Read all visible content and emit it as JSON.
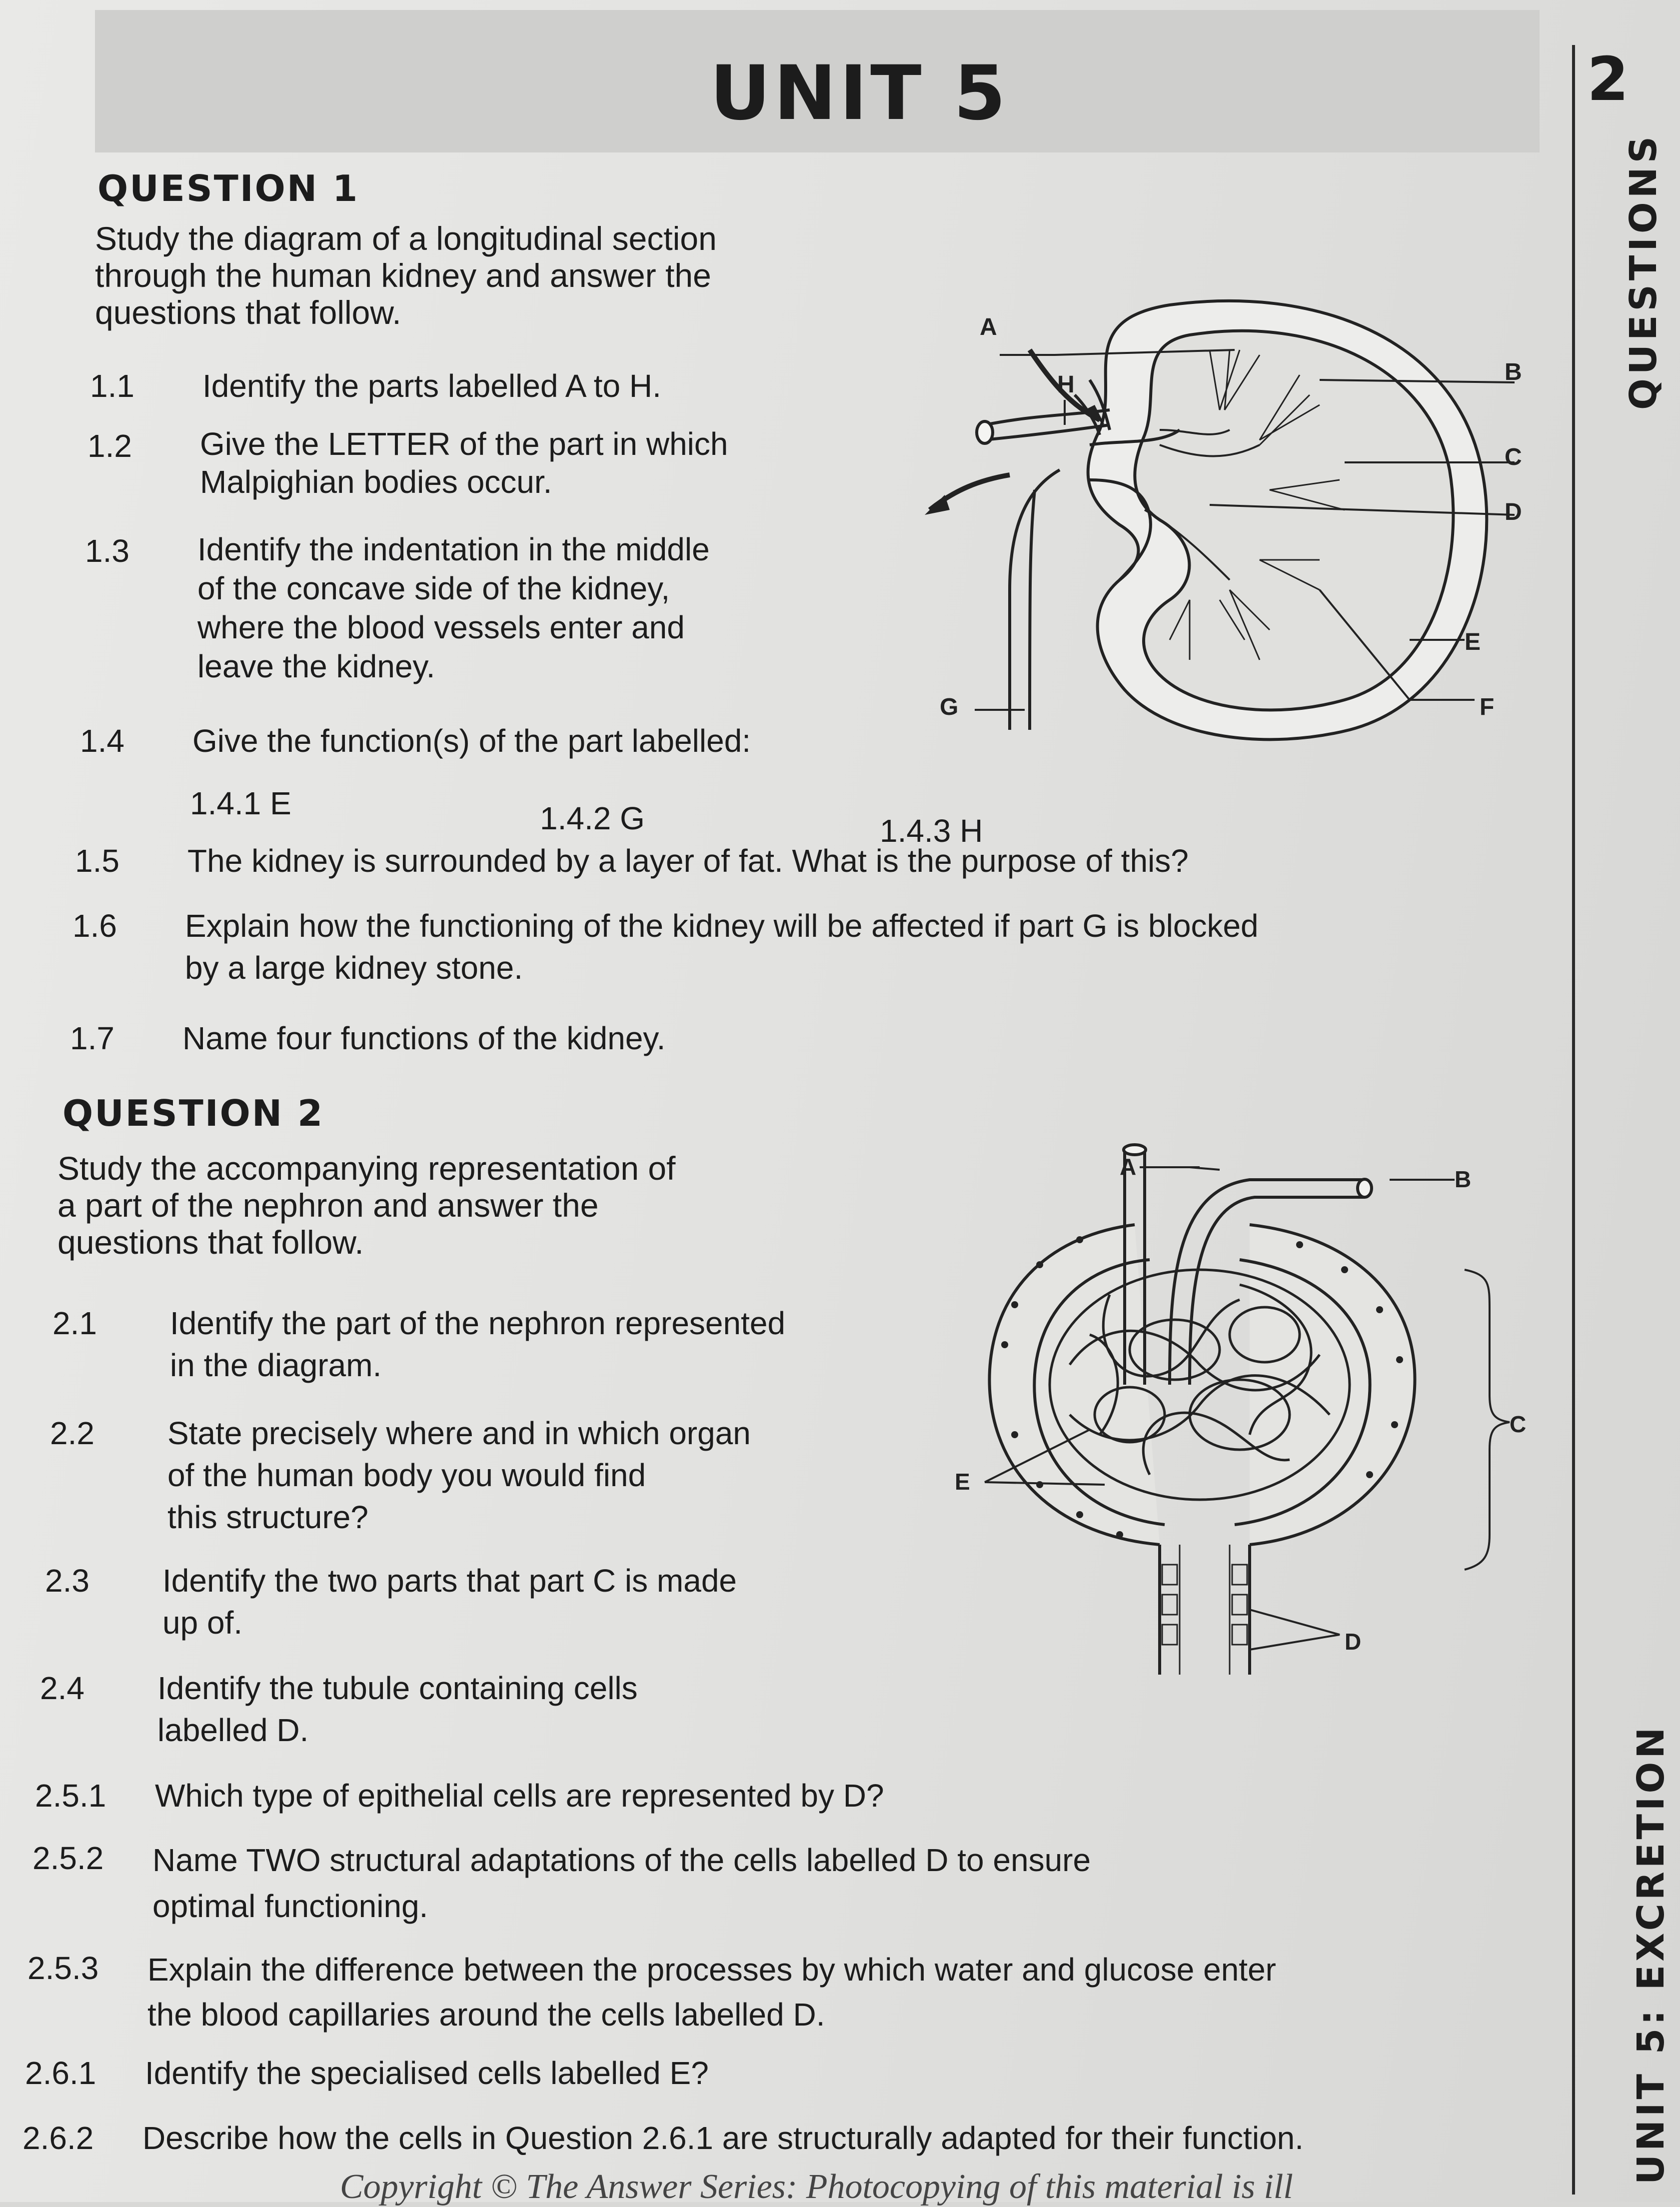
{
  "header": {
    "unit_title": "UNIT 5"
  },
  "sidebar": {
    "number": "2",
    "section": "QUESTIONS",
    "unit_label": "UNIT 5: EXCRETION"
  },
  "q1": {
    "heading": "QUESTION 1",
    "intro": [
      "Study the diagram of a longitudinal section",
      "through the human kidney and answer the",
      "questions that follow."
    ],
    "items": [
      {
        "num": "1.1",
        "lines": [
          "Identify the parts labelled A to H."
        ]
      },
      {
        "num": "1.2",
        "lines": [
          "Give the LETTER of the part in which",
          "Malpighian bodies occur."
        ]
      },
      {
        "num": "1.3",
        "lines": [
          "Identify the indentation in the middle",
          "of the concave side of the kidney,",
          "where the blood vessels enter and",
          "leave the kidney."
        ]
      },
      {
        "num": "1.4",
        "lines": [
          "Give the function(s) of the part labelled:"
        ]
      },
      {
        "num": "1.5",
        "lines": [
          "The kidney is surrounded by a layer of fat. What is the purpose of this?"
        ]
      },
      {
        "num": "1.6",
        "lines": [
          "Explain how the functioning of the kidney will be affected if part G is blocked",
          "by a large kidney stone."
        ]
      },
      {
        "num": "1.7",
        "lines": [
          "Name four functions of the kidney."
        ]
      }
    ],
    "subitems": [
      "1.4.1   E",
      "1.4.2   G",
      "1.4.3   H"
    ],
    "diagram_labels": {
      "a": "A",
      "b": "B",
      "c": "C",
      "d": "D",
      "e": "E",
      "f": "F",
      "g": "G",
      "h": "H"
    }
  },
  "q2": {
    "heading": "QUESTION 2",
    "intro": [
      "Study the accompanying representation of",
      "a part of the nephron and answer the",
      "questions that follow."
    ],
    "items": [
      {
        "num": "2.1",
        "lines": [
          "Identify the part of the nephron represented",
          "in the diagram."
        ]
      },
      {
        "num": "2.2",
        "lines": [
          "State precisely where and in which organ",
          "of the human body you would find",
          "this structure?"
        ]
      },
      {
        "num": "2.3",
        "lines": [
          "Identify the two parts that part C is made",
          "up of."
        ]
      },
      {
        "num": "2.4",
        "lines": [
          "Identify the tubule containing cells",
          "labelled D."
        ]
      },
      {
        "num": "2.5.1",
        "lines": [
          "Which type of epithelial cells are represented by D?"
        ]
      },
      {
        "num": "2.5.2",
        "lines": [
          "Name TWO structural adaptations of the cells labelled D to ensure",
          "optimal functioning."
        ]
      },
      {
        "num": "2.5.3",
        "lines": [
          "Explain the difference between the processes by which water and glucose enter",
          "the blood capillaries around the cells labelled D."
        ]
      },
      {
        "num": "2.6.1",
        "lines": [
          "Identify the specialised cells labelled E?"
        ]
      },
      {
        "num": "2.6.2",
        "lines": [
          "Describe how the cells in Question 2.6.1 are structurally adapted for their function."
        ]
      }
    ],
    "diagram_labels": {
      "a": "A",
      "b": "B",
      "c": "C",
      "d": "D",
      "e": "E"
    }
  },
  "footer": {
    "copyright": "Copyright © The Answer Series: Photocopying of this material is ill"
  }
}
